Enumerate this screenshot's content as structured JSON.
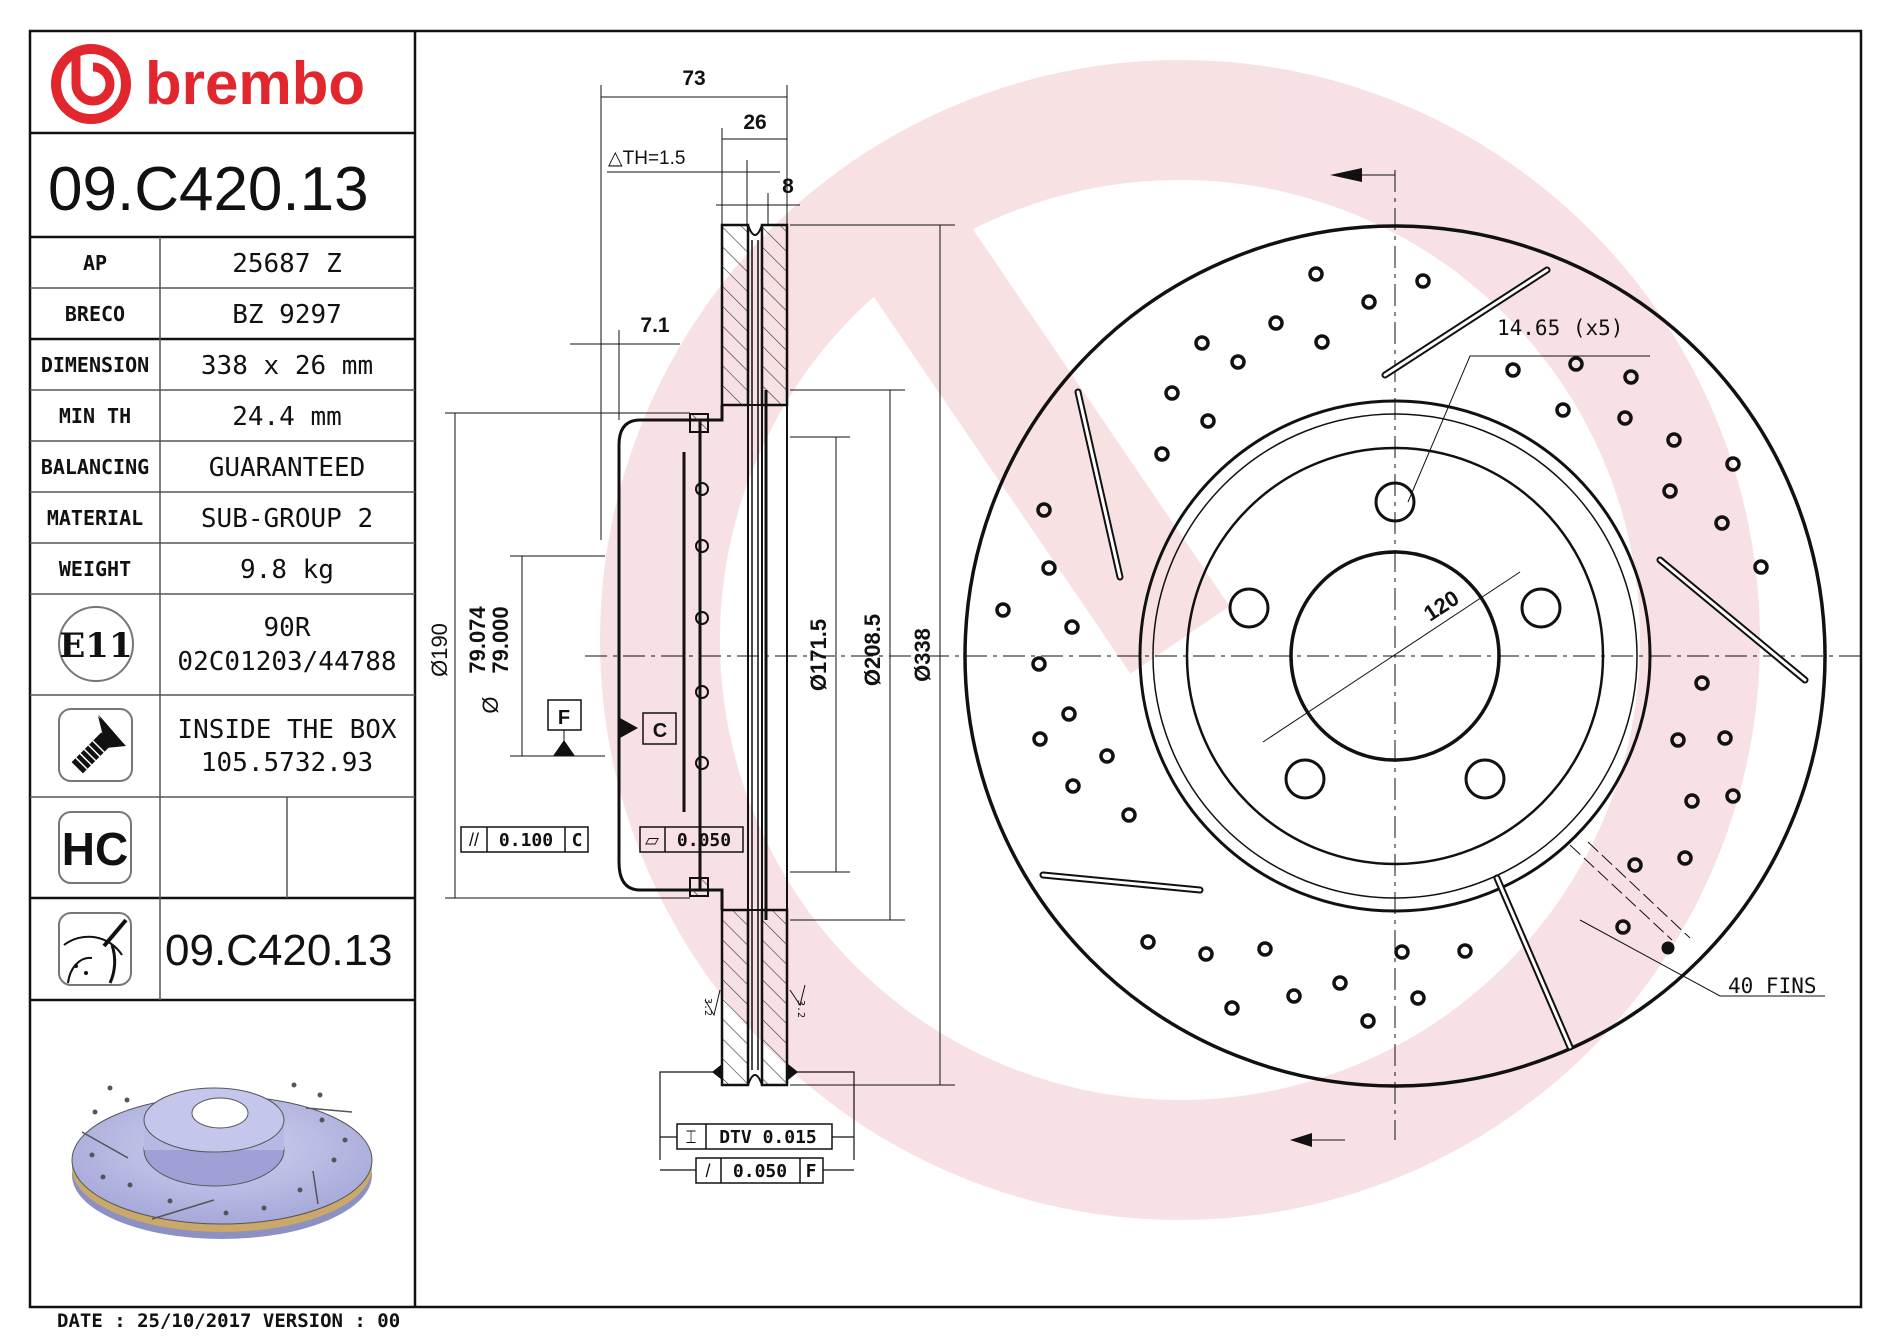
{
  "brand": {
    "name": "brembo",
    "color": "#e1262d"
  },
  "part_number": "09.C420.13",
  "specs": [
    {
      "label": "AP",
      "value": "25687 Z"
    },
    {
      "label": "BRECO",
      "value": "BZ 9297"
    },
    {
      "label": "DIMENSION",
      "value": "338 x 26 mm"
    },
    {
      "label": "MIN TH",
      "value": "24.4 mm"
    },
    {
      "label": "BALANCING",
      "value": "GUARANTEED"
    },
    {
      "label": "MATERIAL",
      "value": "SUB-GROUP 2"
    },
    {
      "label": "WEIGHT",
      "value": "9.8 kg"
    }
  ],
  "homologation": {
    "icon": "e11-mark-icon",
    "mark": "E11",
    "line1": "90R",
    "line2": "02C01203/44788"
  },
  "screws": {
    "icon": "screw-icon",
    "line1": "INSIDE THE BOX",
    "line2": "105.5732.93"
  },
  "hc": {
    "icon": "hc-coating-icon",
    "mark": "HC"
  },
  "marking": {
    "icon": "disc-marking-icon",
    "value": "09.C420.13"
  },
  "footer": {
    "date_label": "DATE : 25/10/2017 VERSION : 00"
  },
  "section_view": {
    "dim_overall_width": "73",
    "dim_thickness": "26",
    "dim_delta_th": "△TH=1.5",
    "dim_fin": "8",
    "dim_hat_wall": "7.1",
    "dia_190": "Ø190",
    "dia_79_upper": "79.074",
    "dia_79_lower": "79.000",
    "dia_79_symbol": "Ø",
    "dia_171": "Ø171.5",
    "dia_208": "Ø208.5",
    "dia_338": "Ø338",
    "datum_f": "F",
    "datum_c": "C",
    "tol_parallel": {
      "symbol": "//",
      "value": "0.100",
      "datum": "C"
    },
    "tol_flatness": {
      "symbol": "▱",
      "value": "0.050"
    },
    "tol_dtv": {
      "symbol": "⌶",
      "value": "DTV 0.015"
    },
    "tol_runout": {
      "symbol": "/",
      "value": "0.050",
      "datum": "F"
    },
    "roughness_left": "3.2",
    "roughness_right": "3.2"
  },
  "front_view": {
    "bolt_hole_label": "14.65 (x5)",
    "pcd_label": "120",
    "fins_label": "40 FINS"
  },
  "colors": {
    "line": "#111111",
    "watermark": "#f7d9dc",
    "render_face": "#b3b6e2",
    "render_vent": "#c9a86a"
  }
}
